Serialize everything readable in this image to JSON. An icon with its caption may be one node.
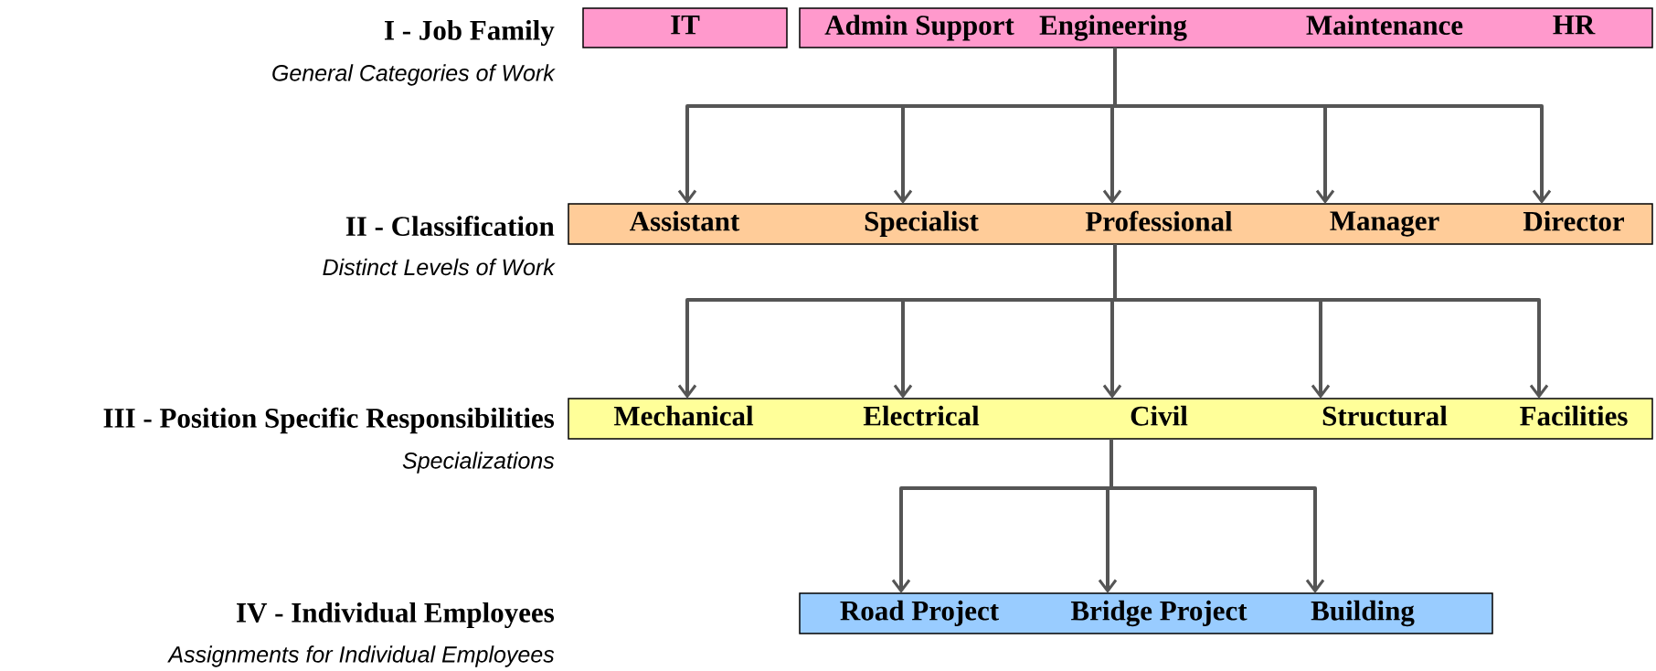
{
  "diagram": {
    "nodes": [
      {
        "text": [
          "IT"
        ]
      },
      {
        "text": [],
        "shape": "bar"
      },
      {
        "text": [
          "Admin Support"
        ],
        "in": 1
      },
      {
        "text": [
          "Engineering"
        ],
        "in": 1
      },
      {
        "text": [
          "Maintenance"
        ],
        "in": 1
      },
      {
        "text": [
          "HR"
        ],
        "in": 1
      },
      {
        "text": [],
        "shape": "bar"
      },
      {
        "text": [
          "Assistant"
        ],
        "in": 6
      },
      {
        "text": [
          "Specialist"
        ],
        "in": 6
      },
      {
        "text": [
          "Professional"
        ],
        "in": 6
      },
      {
        "text": [
          "Manager"
        ],
        "in": 6
      },
      {
        "text": [
          "Director"
        ],
        "in": 6
      },
      {
        "text": [],
        "shape": "bar"
      },
      {
        "text": [
          "Mechanical"
        ],
        "in": 12
      },
      {
        "text": [
          "Electrical"
        ],
        "in": 12
      },
      {
        "text": [
          "Civil"
        ],
        "in": 12
      },
      {
        "text": [
          "Structural"
        ],
        "in": 12
      },
      {
        "text": [
          "Facilities"
        ],
        "in": 12
      },
      {
        "text": [],
        "shape": "bar"
      },
      {
        "text": [
          "Road Project"
        ],
        "in": 18
      },
      {
        "text": [
          "Bridge Project"
        ],
        "in": 18
      },
      {
        "text": [
          "Building"
        ],
        "in": 18
      }
    ],
    "edges": [
      {
        "from": 3,
        "to": 7,
        "arrow": "to"
      },
      {
        "from": 3,
        "to": 8,
        "arrow": "to"
      },
      {
        "from": 3,
        "to": 9,
        "arrow": "to"
      },
      {
        "from": 3,
        "to": 10,
        "arrow": "to"
      },
      {
        "from": 3,
        "to": 11,
        "arrow": "to"
      },
      {
        "from": 9,
        "to": 13,
        "arrow": "to"
      },
      {
        "from": 9,
        "to": 14,
        "arrow": "to"
      },
      {
        "from": 9,
        "to": 15,
        "arrow": "to"
      },
      {
        "from": 9,
        "to": 16,
        "arrow": "to"
      },
      {
        "from": 9,
        "to": 17,
        "arrow": "to"
      },
      {
        "from": 15,
        "to": 19,
        "arrow": "to"
      },
      {
        "from": 15,
        "to": 20,
        "arrow": "to"
      },
      {
        "from": 15,
        "to": 21,
        "arrow": "to"
      }
    ],
    "labels": [
      "I - Job Family",
      "General Categories of Work",
      "II - Classification",
      "Distinct Levels of Work",
      "III - Position Specific Responsibilities",
      "Specializations",
      "IV - Individual Employees",
      "Assignments for Individual Employees"
    ]
  }
}
